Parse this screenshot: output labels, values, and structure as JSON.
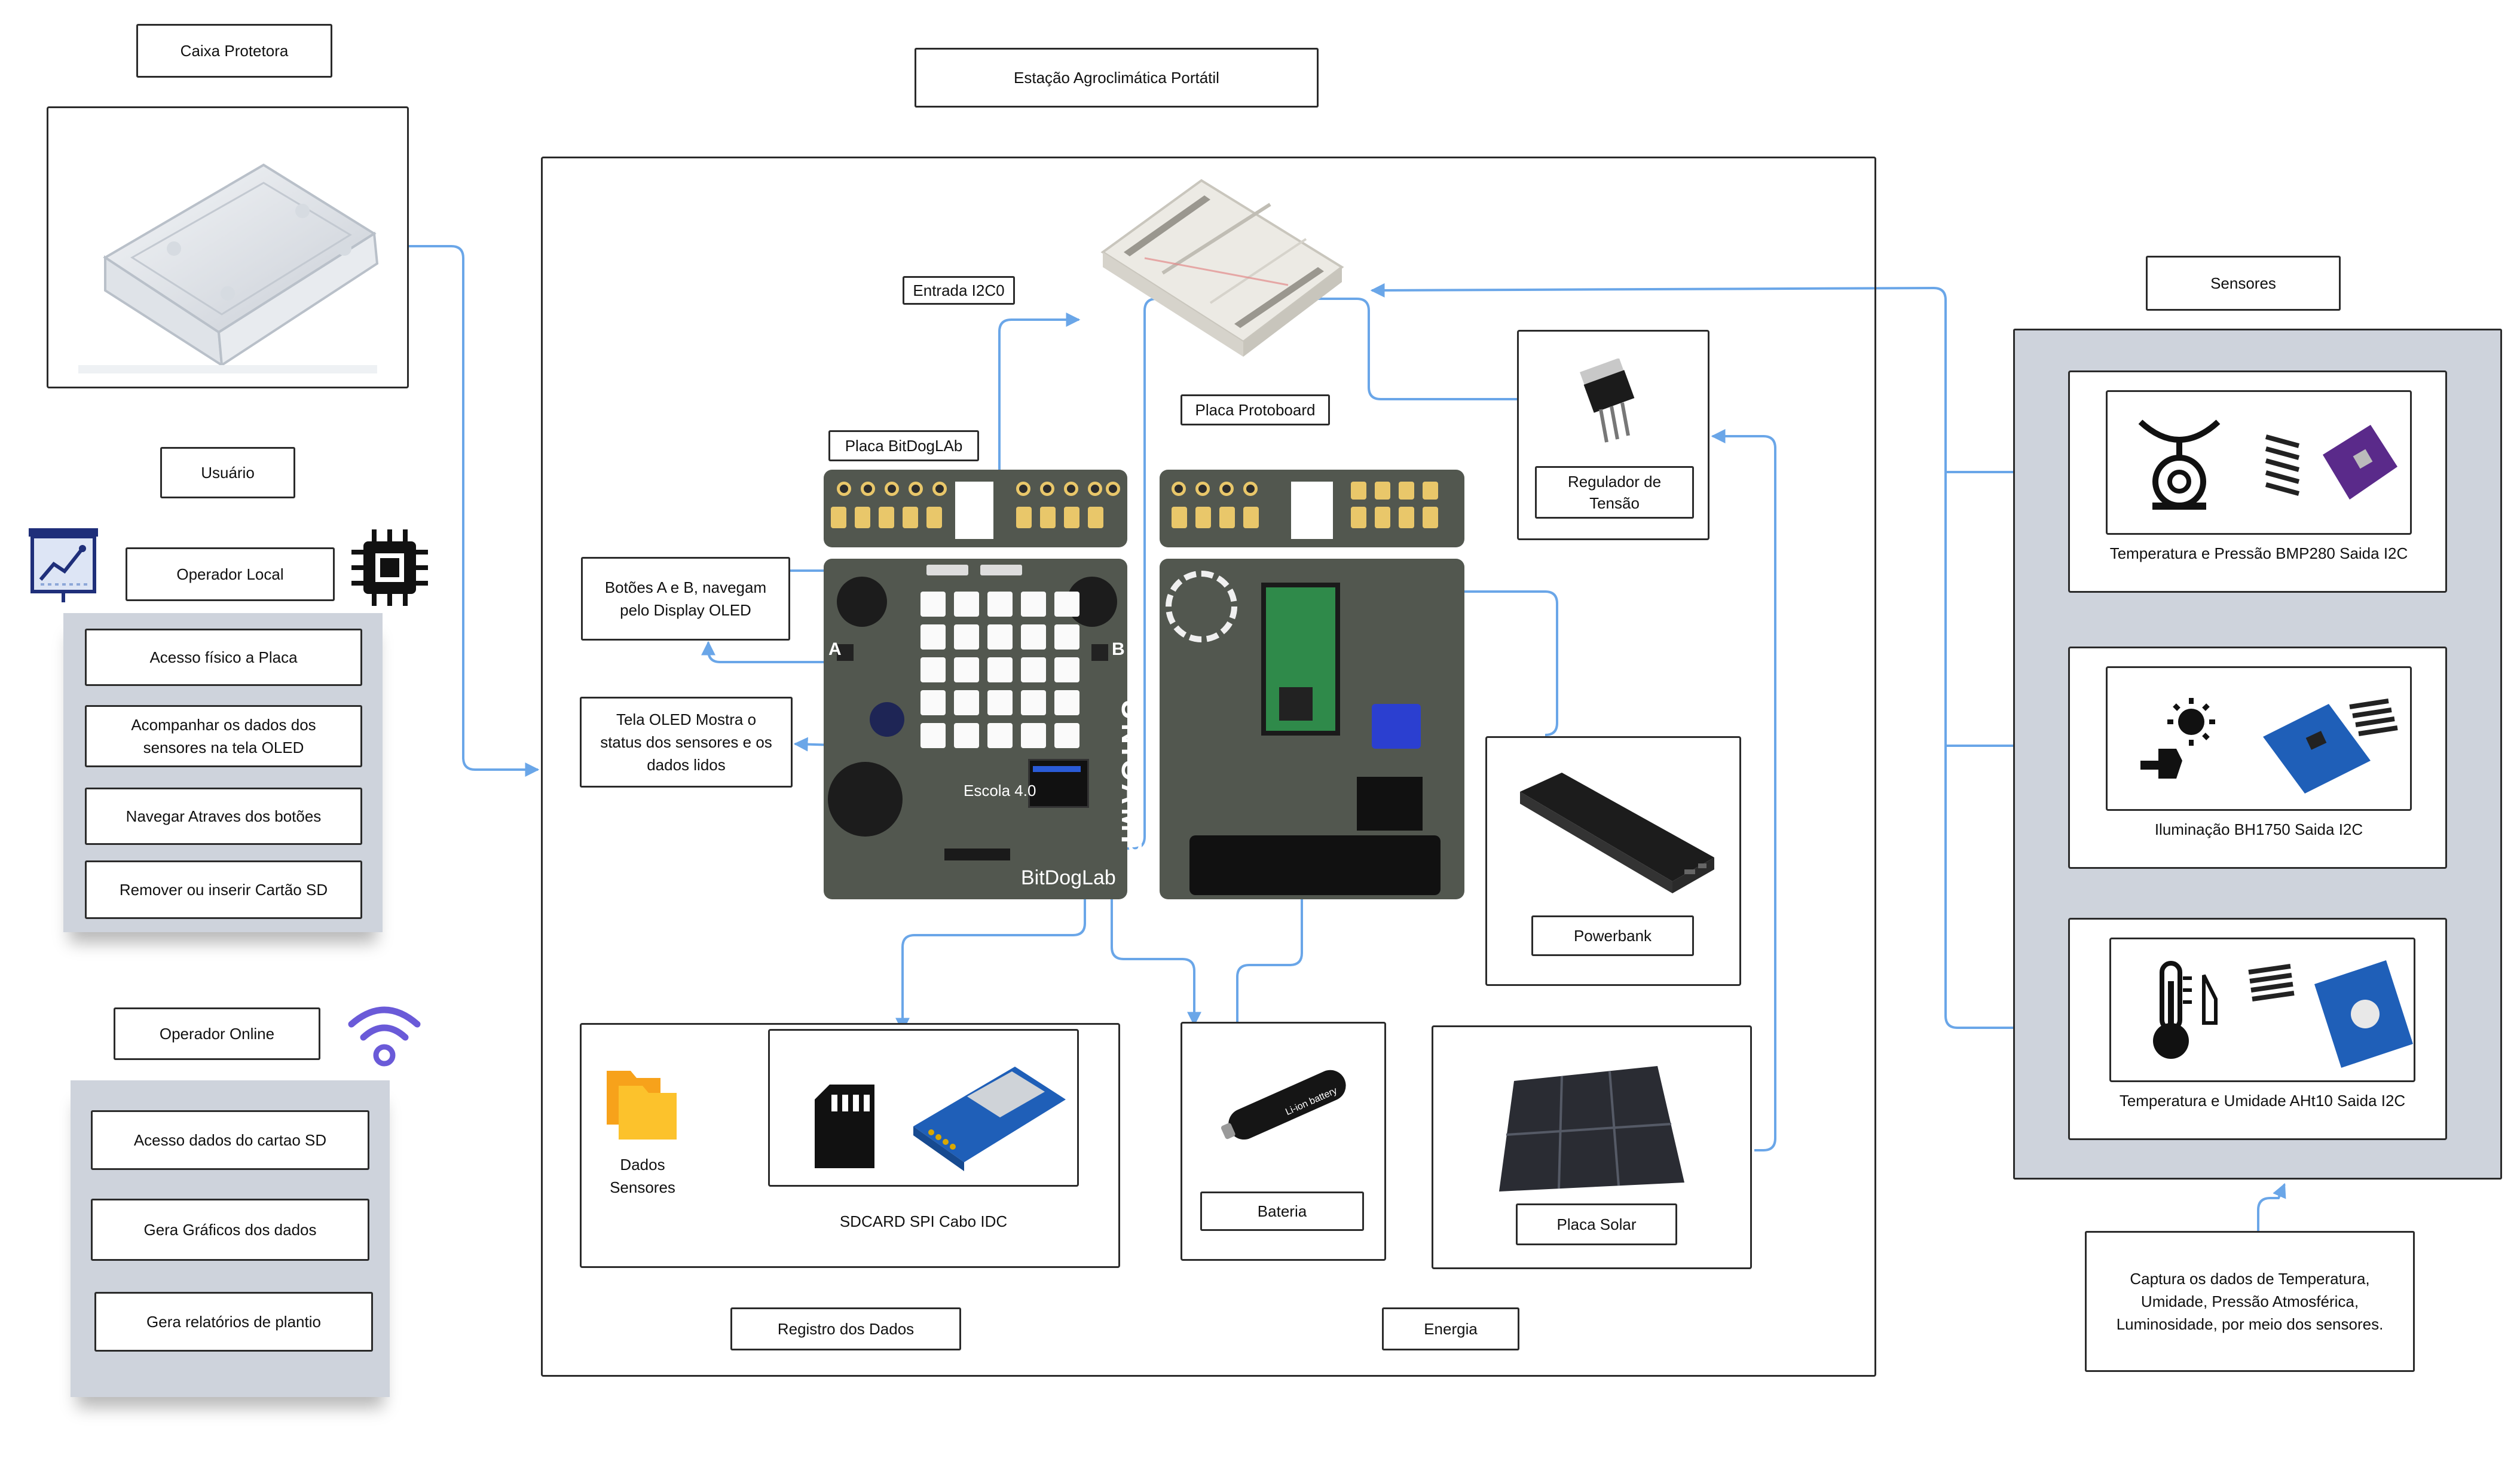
{
  "title": "Estação Agroclimática Portátil",
  "left": {
    "caixa_title": "Caixa Protetora",
    "usuario_title": "Usuário",
    "operador_local": "Operador Local",
    "local_items": [
      "Acesso físico a Placa",
      "Acompanhar os dados dos sensores na tela OLED",
      "Navegar Atraves dos botões",
      "Remover ou inserir Cartão SD"
    ],
    "operador_online": "Operador Online",
    "online_items": [
      "Acesso dados do cartao SD",
      "Gera Gráficos dos dados",
      "Gera  relatórios de plantio"
    ]
  },
  "main": {
    "entrada_i2c0": "Entrada I2C0",
    "placa_protoboard": "Placa Protoboard",
    "placa_bitdoglab": "Placa BitDogLAb",
    "botoes": "Botões A e B, navegam pelo Display OLED",
    "tela_oled": "Tela OLED Mostra o status dos sensores e os dados lidos",
    "regulador": "Regulador  de Tensão",
    "powerbank": "Powerbank",
    "dados_sensores": "Dados Sensores",
    "sdcard": "SDCARD SPI Cabo IDC",
    "bateria": "Bateria",
    "placa_solar": "Placa Solar",
    "registro": "Registro dos Dados",
    "energia": "Energia",
    "board_texts": {
      "escola": "Escola 4.0",
      "bitdoglab": "BitDogLab",
      "unicamp": "UNICAMP",
      "label_a": "A",
      "label_b": "B",
      "battery_brand": "Li-ion battery"
    }
  },
  "sensors": {
    "title": "Sensores",
    "items": [
      {
        "label": "Temperatura e Pressão BMP280  Saida I2C"
      },
      {
        "label": "Iluminação BH1750 Saida I2C"
      },
      {
        "label": "Temperatura e  Umidade AHt10 Saida I2C"
      }
    ],
    "captura": "Captura os dados de Temperatura, Umidade, Pressão Atmosférica, Luminosidade, por meio dos sensores."
  },
  "colors": {
    "connector": "#6aa6e8",
    "panel": "#ced3dc",
    "icon_navy": "#1f2f7a",
    "wifi": "#6a5ad8",
    "pcb": "#52574f",
    "gold": "#e9c76a"
  },
  "icons": [
    "dashboard-chart-icon",
    "chip-icon",
    "wifi-icon",
    "folder-icon",
    "sd-card-icon",
    "scale-icon",
    "sun-plug-icon",
    "thermometer-icon"
  ]
}
